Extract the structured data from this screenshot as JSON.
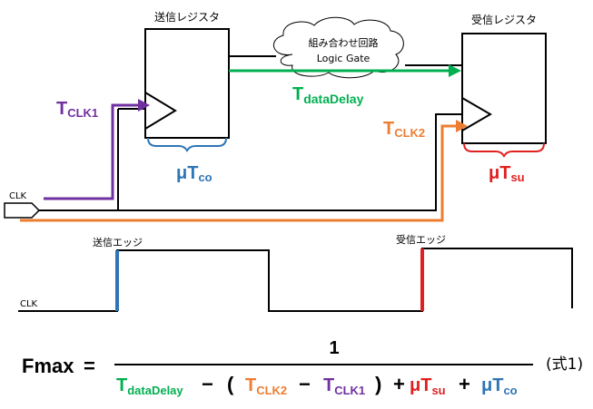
{
  "registers": {
    "send_title": "送信レジスタ",
    "recv_title": "受信レジスタ"
  },
  "logic": {
    "line1": "組み合わせ回路",
    "line2": "Logic Gate"
  },
  "labels": {
    "t": "T",
    "mu_t": "μT",
    "clk1_sub": "CLK1",
    "clk2_sub": "CLK2",
    "data_delay_sub": "dataDelay",
    "co_sub": "co",
    "su_sub": "su",
    "clk_input": "CLK",
    "clk_wave": "CLK",
    "send_edge": "送信エッジ",
    "recv_edge": "受信エッジ"
  },
  "formula": {
    "lhs": "Fmax",
    "equals": "=",
    "numerator": "1",
    "minus": "−",
    "open_paren": "(",
    "close_paren": ")",
    "plus": "+",
    "equation_tag": "(式1)"
  },
  "colors": {
    "clk1_purple": "#7030a0",
    "clk2_orange": "#ed7d31",
    "data_green": "#00b050",
    "tco_blue": "#2e75b6",
    "tsu_red": "#e02020",
    "line_black": "#000000"
  }
}
